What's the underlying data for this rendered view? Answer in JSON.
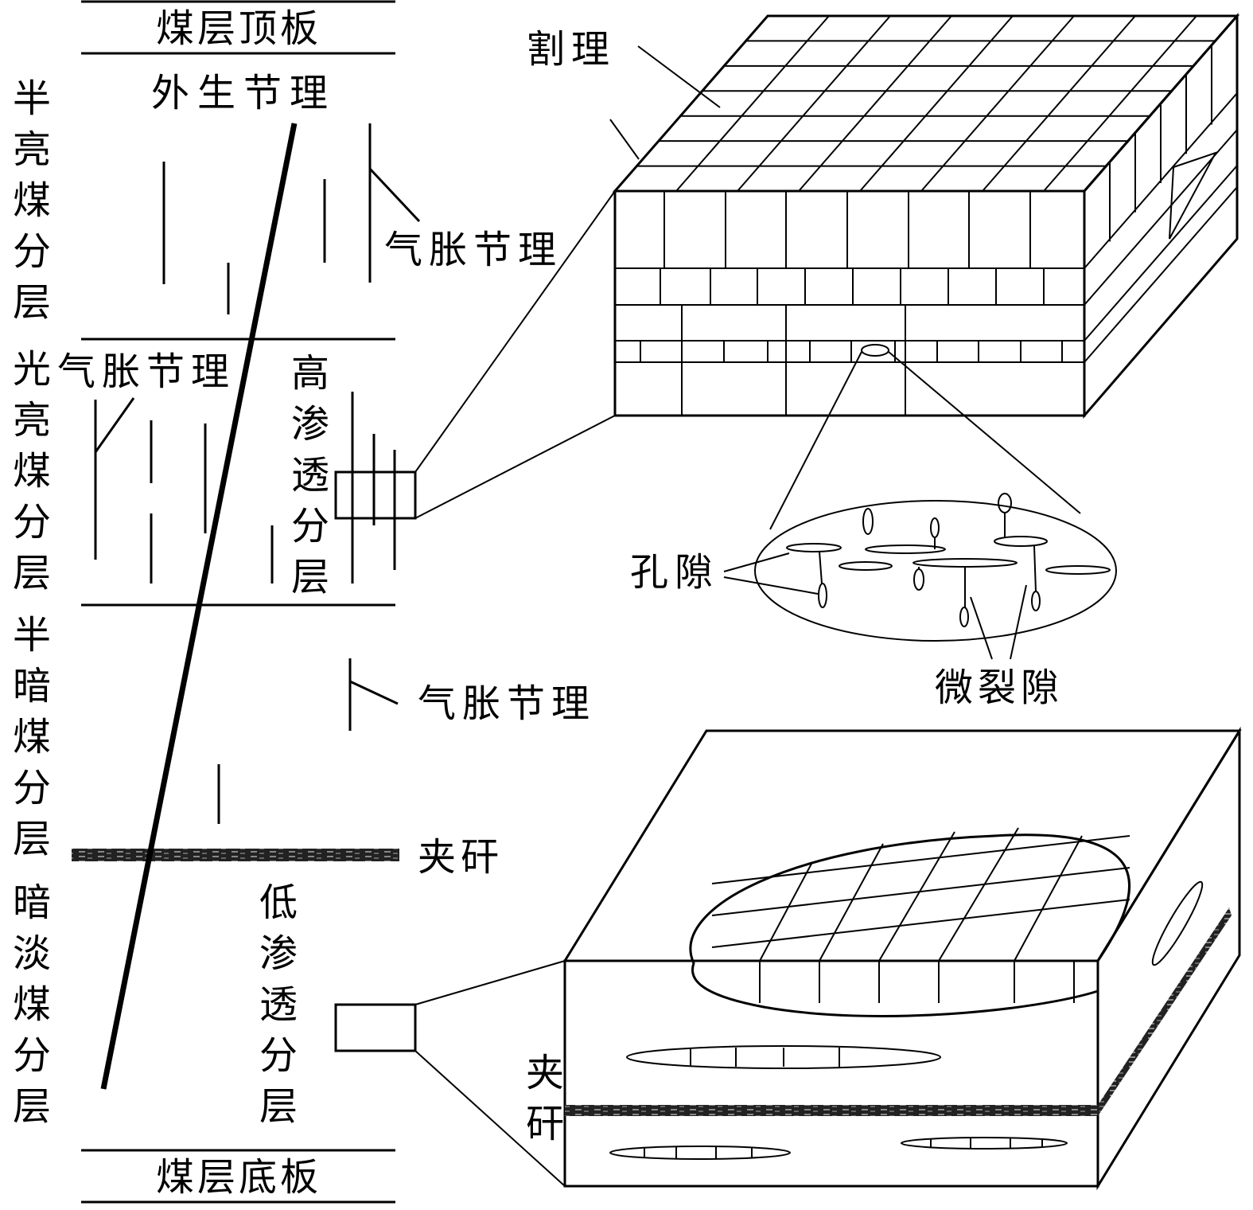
{
  "column": {
    "roof": "煤层顶板",
    "floor": "煤层底板",
    "exogenous_joint": "外生节理",
    "layers": [
      "半亮煤分层",
      "光亮煤分层",
      "半暗煤分层",
      "暗淡煤分层"
    ],
    "gas_joint": [
      "气胀节理",
      "气胀节理",
      "气胀节理"
    ],
    "high_perm": "高渗透分层",
    "low_perm": "低渗透分层",
    "parting": "夹矸"
  },
  "top_block": {
    "cleat": "割理",
    "pores": "孔隙",
    "microfractures": "微裂隙"
  },
  "bottom_block": {
    "parting": "夹矸"
  },
  "colors": {
    "line": "#000000",
    "background": "#ffffff",
    "parting_fill": "#333333"
  }
}
